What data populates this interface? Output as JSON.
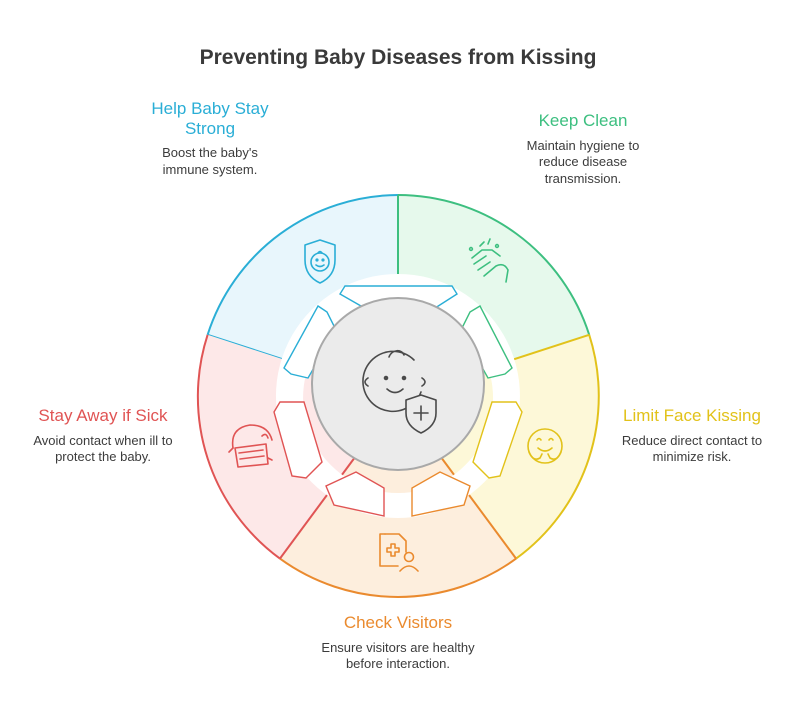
{
  "title": "Preventing Baby Diseases from Kissing",
  "center": {
    "icon": "baby-face-with-shield-icon"
  },
  "segments": [
    {
      "id": "help-strong",
      "heading": "Help Baby Stay Strong",
      "heading_lines": [
        "Help Baby Stay",
        "Strong"
      ],
      "description_lines": [
        "Boost the baby's",
        "immune system."
      ],
      "color": "#2aaed6",
      "fill": "#e8f6fc",
      "icon": "baby-shield-icon"
    },
    {
      "id": "keep-clean",
      "heading": "Keep Clean",
      "heading_lines": [
        "Keep Clean"
      ],
      "description_lines": [
        "Maintain hygiene to",
        "reduce disease",
        "transmission."
      ],
      "color": "#3dbf80",
      "fill": "#e6f9ec",
      "icon": "washing-hands-icon"
    },
    {
      "id": "limit-kissing",
      "heading": "Limit Face Kissing",
      "heading_lines": [
        "Limit Face Kissing"
      ],
      "description_lines": [
        "Reduce direct contact to",
        "minimize risk."
      ],
      "color": "#e2c21a",
      "fill": "#fdf8d8",
      "icon": "hugging-face-icon"
    },
    {
      "id": "check-visitors",
      "heading": "Check Visitors",
      "heading_lines": [
        "Check Visitors"
      ],
      "description_lines": [
        "Ensure visitors are healthy",
        "before interaction."
      ],
      "color": "#ea8a2e",
      "fill": "#fdeedd",
      "icon": "medical-record-person-icon"
    },
    {
      "id": "stay-away-sick",
      "heading": "Stay Away if Sick",
      "heading_lines": [
        "Stay Away if Sick"
      ],
      "description_lines": [
        "Avoid contact when ill to",
        "protect the baby."
      ],
      "color": "#e05454",
      "fill": "#fde8e8",
      "icon": "face-mask-icon"
    }
  ]
}
